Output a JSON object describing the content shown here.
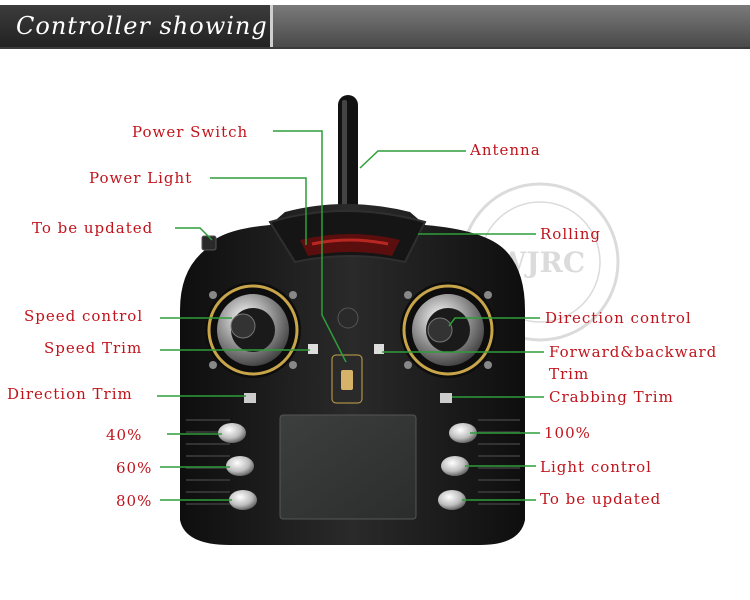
{
  "header": {
    "title": "Controller showing"
  },
  "labels_left": {
    "power_switch": "Power Switch",
    "power_light": "Power Light",
    "to_be_updated_top": "To be updated",
    "speed_control": "Speed control",
    "speed_trim": "Speed Trim",
    "direction_trim": "Direction Trim",
    "pct_40": "40%",
    "pct_60": "60%",
    "pct_80": "80%"
  },
  "labels_right": {
    "antenna": "Antenna",
    "rolling": "Rolling",
    "direction_control": "Direction control",
    "forward_backward_trim_line1": "Forward&backward",
    "forward_backward_trim_line2": "Trim",
    "crabbing_trim": "Crabbing Trim",
    "pct_100": "100%",
    "light_control": "Light control",
    "to_be_updated_bottom": "To be updated"
  },
  "watermark": {
    "text": "WJRC"
  },
  "colors": {
    "label": "#c0141c",
    "leader_line": "#2e9e3a",
    "controller_body": "#1c1c1c",
    "chrome_ring": "#c9a54a"
  }
}
